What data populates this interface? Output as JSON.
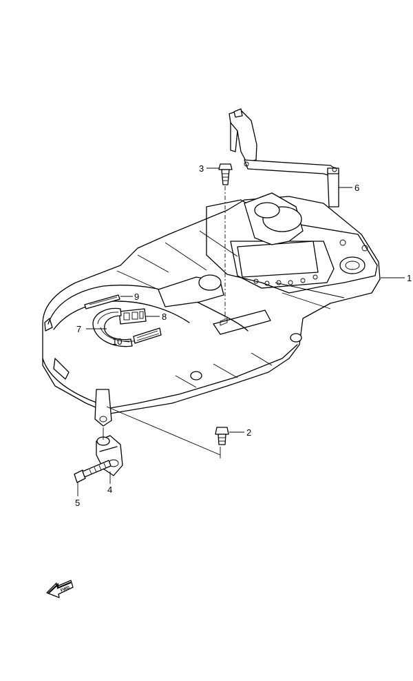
{
  "diagram": {
    "callouts": [
      {
        "id": "1",
        "label": "1"
      },
      {
        "id": "2",
        "label": "2"
      },
      {
        "id": "3",
        "label": "3"
      },
      {
        "id": "4",
        "label": "4"
      },
      {
        "id": "5",
        "label": "5"
      },
      {
        "id": "6",
        "label": "6"
      },
      {
        "id": "7",
        "label": "7"
      },
      {
        "id": "8",
        "label": "8"
      },
      {
        "id": "9",
        "label": "9"
      },
      {
        "id": "10",
        "label": "10"
      }
    ],
    "fwd_marker": {
      "text": "FWD",
      "icon": "fwd-arrow-icon"
    }
  }
}
